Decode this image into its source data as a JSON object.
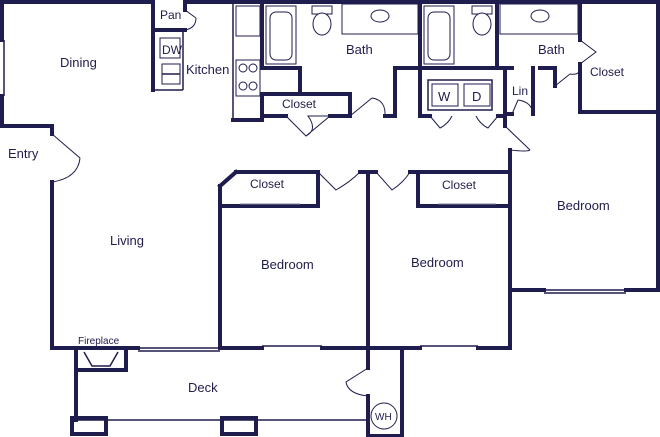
{
  "colors": {
    "wall": "#1f1d4d",
    "background": "#ffffff"
  },
  "rooms": {
    "pantry": "Pan",
    "dishwasher": "DW",
    "dining": "Dining",
    "kitchen": "Kitchen",
    "bath_1": "Bath",
    "bath_2": "Bath",
    "closet_hall": "Closet",
    "closet_master": "Closet",
    "washer": "W",
    "dryer": "D",
    "linen": "Lin",
    "entry": "Entry",
    "living": "Living",
    "closet_bed_1": "Closet",
    "closet_bed_2": "Closet",
    "bedroom_1": "Bedroom",
    "bedroom_2": "Bedroom",
    "bedroom_master": "Bedroom",
    "fireplace": "Fireplace",
    "deck": "Deck",
    "water_heater": "WH"
  }
}
